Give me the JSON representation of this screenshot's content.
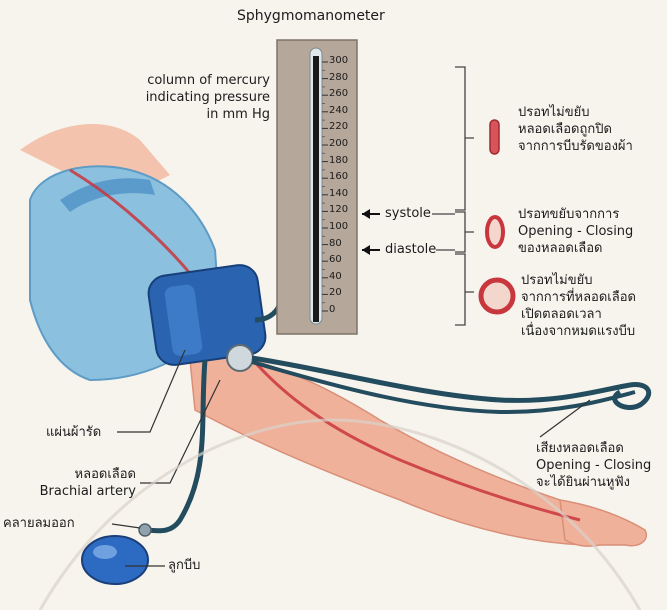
{
  "title": "Sphygmomanometer",
  "mercury_label": [
    "column of mercury",
    "indicating pressure",
    "in mm Hg"
  ],
  "scale": [
    "300",
    "280",
    "260",
    "240",
    "220",
    "200",
    "180",
    "160",
    "140",
    "120",
    "100",
    "80",
    "60",
    "40",
    "20",
    "0"
  ],
  "markers": {
    "systole": "systole",
    "diastole": "diastole"
  },
  "phases": [
    {
      "lines": [
        "ปรอทไม่ขยับ",
        "หลอดเลือดถูกปิด",
        "จากการบีบรัดของผ้า"
      ]
    },
    {
      "lines": [
        "ปรอทขยับจากการ",
        "Opening - Closing",
        "ของหลอดเลือด"
      ]
    },
    {
      "lines": [
        "ปรอทไม่ขยับ",
        "จากการที่หลอดเลือด",
        "เปิดตลอดเวลา",
        "เนื่องจากหมดแรงบีบ"
      ]
    }
  ],
  "parts": {
    "cuff": "แผ่นผ้ารัด",
    "artery": [
      "หลอดเลือด",
      "Brachial artery"
    ],
    "valve": "คลายลมออก",
    "bulb": "ลูกบีบ"
  },
  "sound": [
    "เสียงหลอดเลือด",
    "Opening - Closing",
    "จะได้ยินผ่านหูฟัง"
  ],
  "colors": {
    "mercury": "#1a1a1a",
    "cuff": "#2a63b0",
    "artery": "#c8363e",
    "skin": "#f0b19a",
    "sleeve": "#7fb6d9"
  }
}
